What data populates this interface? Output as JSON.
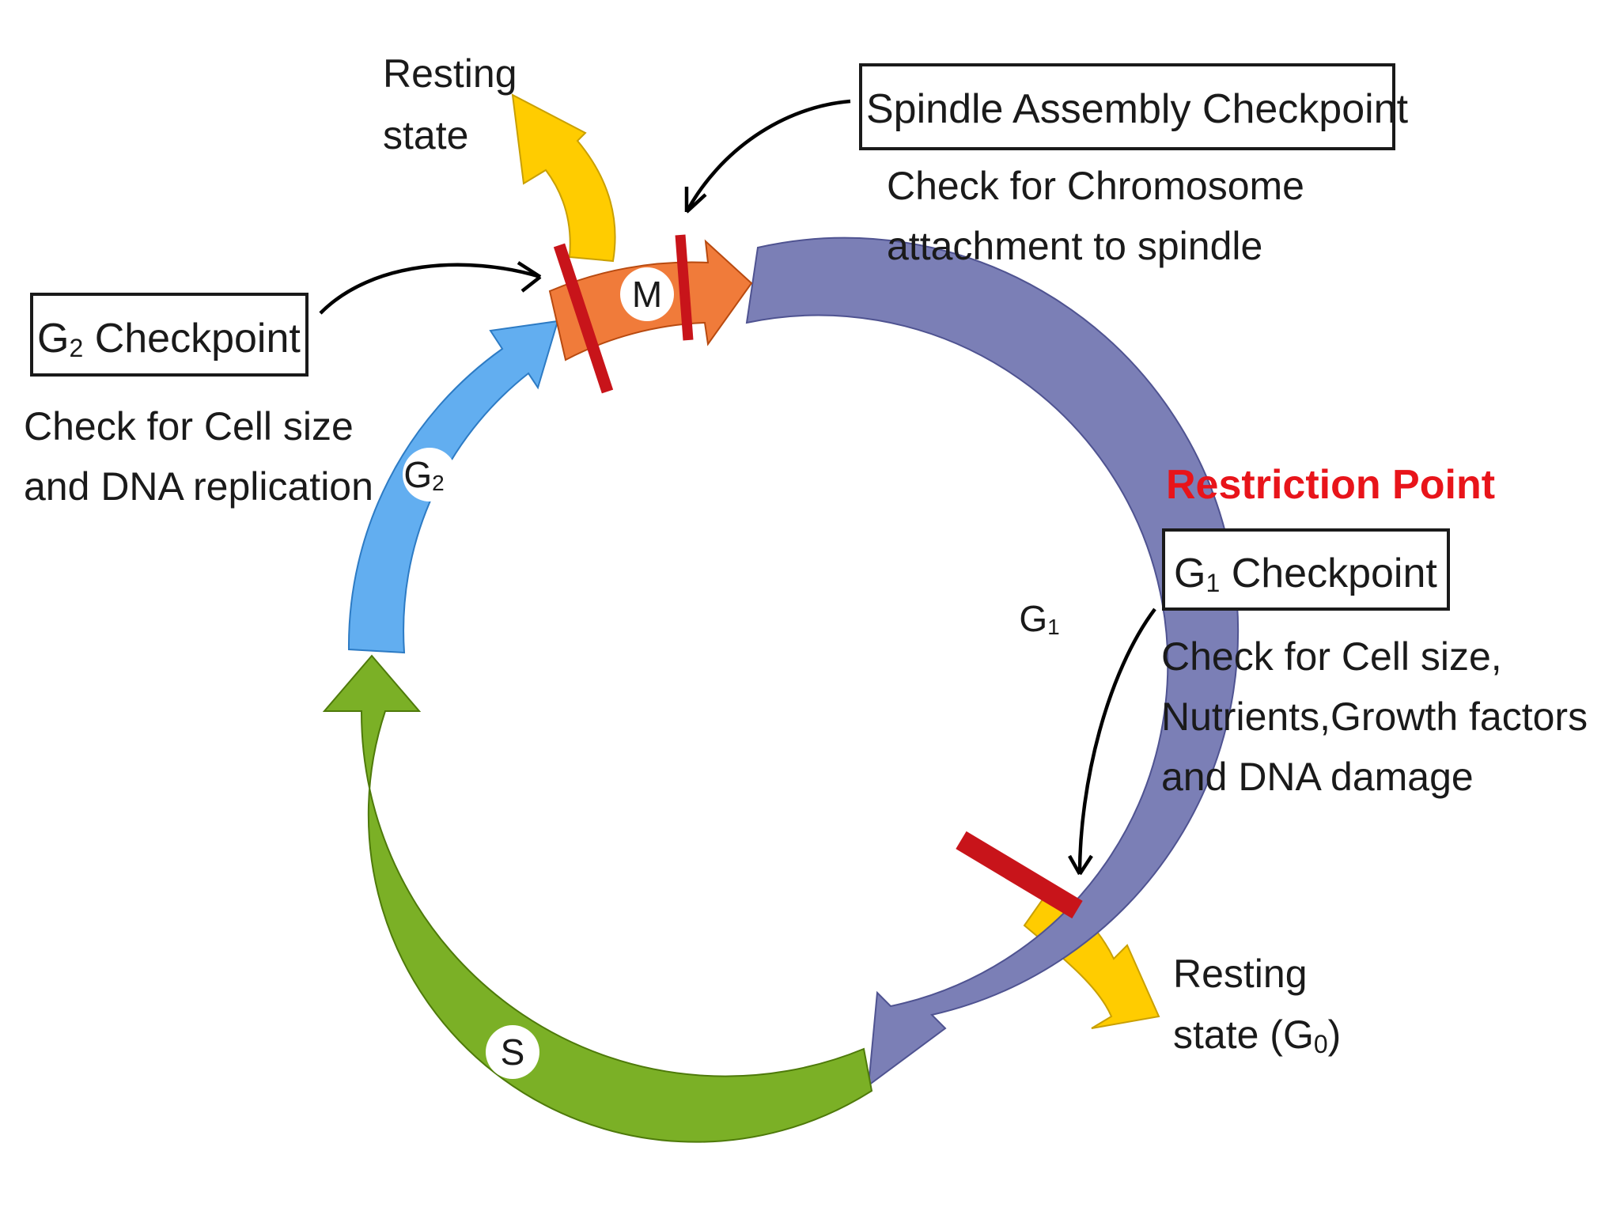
{
  "colors": {
    "m_phase": "#f07b3a",
    "g1_phase": "#7b7fb6",
    "s_phase": "#7bb026",
    "g2_phase": "#62aef0",
    "resting_arrow": "#ffcc00",
    "checkpoint_bar": "#c8141a",
    "restriction_text": "#e8141a"
  },
  "phases": {
    "m": "M",
    "g1_base": "G",
    "g1_sub": "1",
    "s": "S",
    "g2_base": "G",
    "g2_sub": "2"
  },
  "resting_top": {
    "line1": "Resting",
    "line2": "state"
  },
  "resting_bottom": {
    "line1": "Resting",
    "line2_prefix": "state (G",
    "line2_sub": "0",
    "line2_suffix": ")"
  },
  "spindle": {
    "title": "Spindle Assembly Checkpoint",
    "desc_line1": "Check for Chromosome",
    "desc_line2": "attachment to spindle"
  },
  "g2_checkpoint": {
    "title_base": "G",
    "title_sub": "2",
    "title_rest": " Checkpoint",
    "desc_line1": "Check for Cell size",
    "desc_line2": "and DNA replication"
  },
  "restriction_point": "Restriction Point",
  "g1_checkpoint": {
    "title_base": "G",
    "title_sub": "1",
    "title_rest": " Checkpoint",
    "desc_line1": "Check for Cell size,",
    "desc_line2": "Nutrients,Growth factors",
    "desc_line3": "and DNA damage"
  }
}
